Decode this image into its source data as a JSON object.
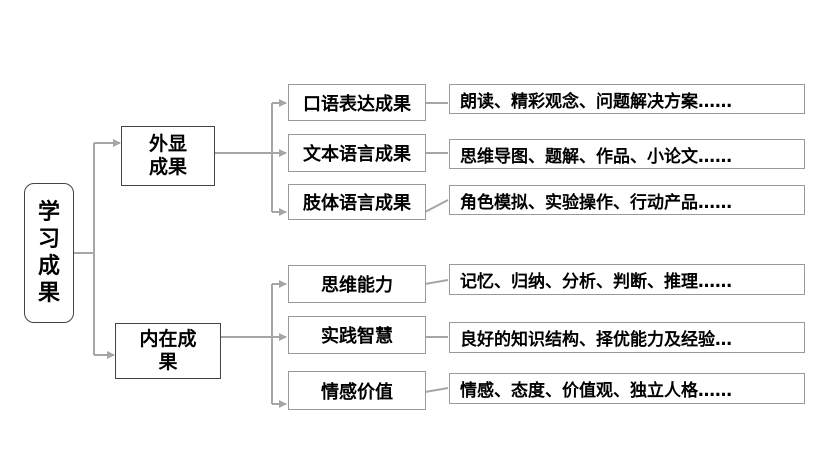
{
  "root": {
    "label": "学习成果"
  },
  "branches": [
    {
      "label": "外显成果",
      "items": [
        {
          "label": "口语表达成果",
          "detail": "朗读、精彩观念、问题解决方案……"
        },
        {
          "label": "文本语言成果",
          "detail": "思维导图、题解、作品、小论文……"
        },
        {
          "label": "肢体语言成果",
          "detail": "角色模拟、实验操作、行动产品……"
        }
      ]
    },
    {
      "label": "内在成果",
      "items": [
        {
          "label": "思维能力",
          "detail": "记忆、归纳、分析、判断、推理……"
        },
        {
          "label": "实践智慧",
          "detail": "良好的知识结构、择优能力及经验…"
        },
        {
          "label": "情感价值",
          "detail": "情感、态度、价值观、独立人格……"
        }
      ]
    }
  ],
  "colors": {
    "connector": "#a6a6a6",
    "box_border_dark": "#444444",
    "box_border_light": "#999999"
  }
}
